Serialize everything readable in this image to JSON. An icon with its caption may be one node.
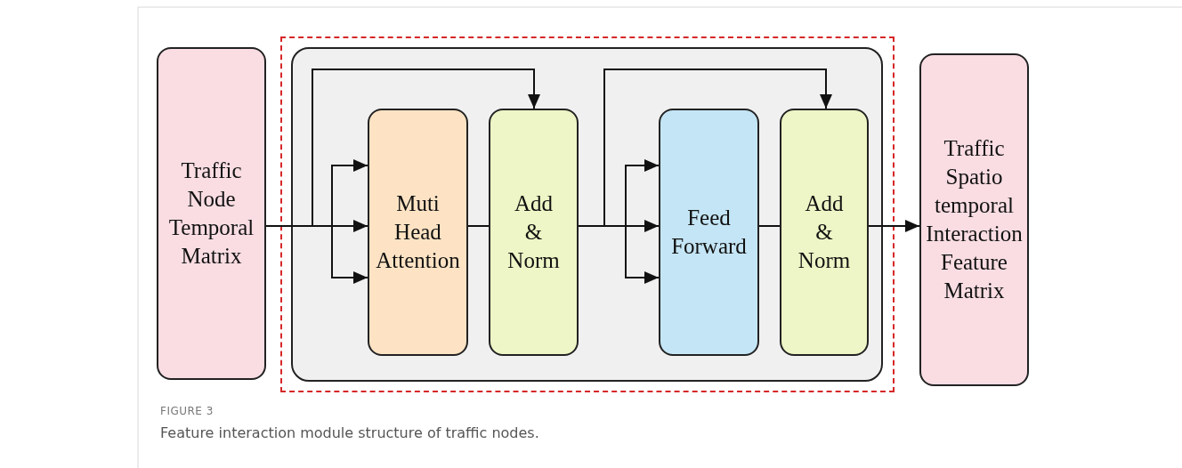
{
  "diagram": {
    "title": "FIGURE 3",
    "caption": "Feature interaction module structure of traffic nodes.",
    "nodes": [
      {
        "text": [
          "Traffic Node Temporal Matrix"
        ]
      },
      {
        "text": [],
        "shape": "box"
      },
      {
        "text": [],
        "shape": "box",
        "in": 1
      },
      {
        "text": [
          "Muti Head Attention"
        ],
        "in": 2
      },
      {
        "text": [
          "Add & Norm"
        ],
        "in": 2
      },
      {
        "text": [
          "Feed Forward"
        ],
        "in": 2
      },
      {
        "text": [
          "Add & Norm"
        ],
        "in": 2
      },
      {
        "text": [
          "Traffic Spatio temporal Interaction Feature Matrix"
        ]
      }
    ],
    "edges": [
      {
        "from": 0,
        "to": 3,
        "arrow": "to"
      },
      {
        "from": 0,
        "to": 3,
        "arrow": "to"
      },
      {
        "from": 0,
        "to": 3,
        "arrow": "to"
      },
      {
        "from": 0,
        "to": 4,
        "arrow": "to"
      },
      {
        "from": 3,
        "to": 4,
        "arrow": "none"
      },
      {
        "from": 4,
        "to": 5,
        "arrow": "to"
      },
      {
        "from": 4,
        "to": 5,
        "arrow": "to"
      },
      {
        "from": 4,
        "to": 5,
        "arrow": "to"
      },
      {
        "from": 4,
        "to": 6,
        "arrow": "to"
      },
      {
        "from": 5,
        "to": 6,
        "arrow": "none"
      },
      {
        "from": 6,
        "to": 7,
        "arrow": "to"
      }
    ]
  }
}
